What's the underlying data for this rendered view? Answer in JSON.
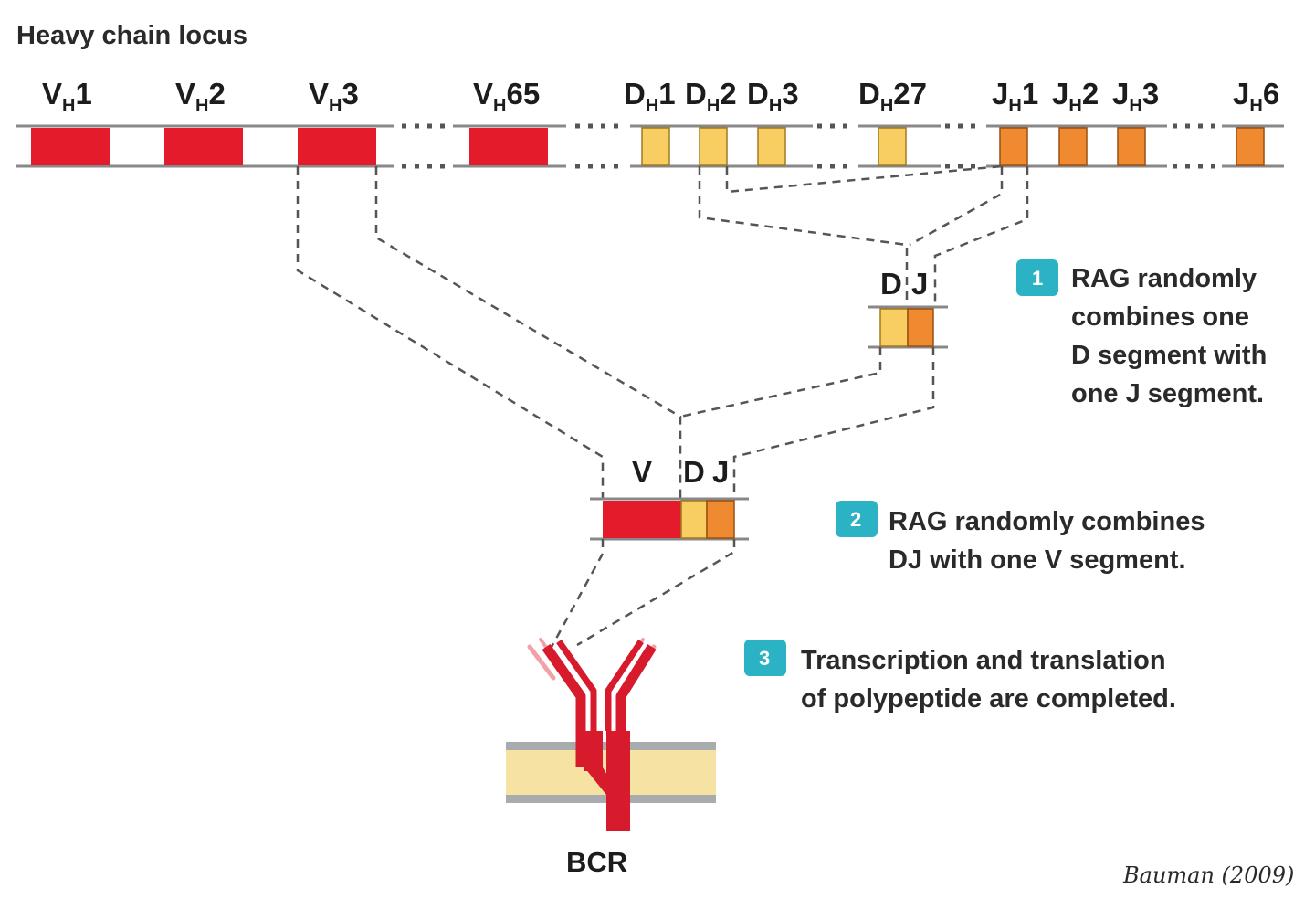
{
  "title": "Heavy chain locus",
  "colors": {
    "v_segment": "#e31b2b",
    "d_segment": "#f8cd62",
    "j_segment": "#ef8a31",
    "badge": "#2bb3c5",
    "membrane_core": "#f6e2a3",
    "membrane_edge": "#a8acaf",
    "bcr": "#d81a2d"
  },
  "locus": {
    "v_segments": [
      {
        "main": "V",
        "sub": "H",
        "suffix": "1"
      },
      {
        "main": "V",
        "sub": "H",
        "suffix": "2"
      },
      {
        "main": "V",
        "sub": "H",
        "suffix": "3"
      },
      {
        "main": "V",
        "sub": "H",
        "suffix": "65"
      }
    ],
    "d_segments": [
      {
        "main": "D",
        "sub": "H",
        "suffix": "1"
      },
      {
        "main": "D",
        "sub": "H",
        "suffix": "2"
      },
      {
        "main": "D",
        "sub": "H",
        "suffix": "3"
      },
      {
        "main": "D",
        "sub": "H",
        "suffix": "27"
      }
    ],
    "j_segments": [
      {
        "main": "J",
        "sub": "H",
        "suffix": "1"
      },
      {
        "main": "J",
        "sub": "H",
        "suffix": "2"
      },
      {
        "main": "J",
        "sub": "H",
        "suffix": "3"
      },
      {
        "main": "J",
        "sub": "H",
        "suffix": "6"
      }
    ]
  },
  "dj_product": {
    "d_label": "D",
    "j_label": "J"
  },
  "vdj_product": {
    "v_label": "V",
    "d_label": "D",
    "j_label": "J"
  },
  "steps": [
    {
      "number": "1",
      "lines": [
        "RAG randomly",
        "combines one",
        "D segment with",
        "one J segment."
      ]
    },
    {
      "number": "2",
      "lines": [
        "RAG randomly combines",
        "DJ with one V segment."
      ]
    },
    {
      "number": "3",
      "lines": [
        "Transcription and translation",
        "of polypeptide are completed."
      ]
    }
  ],
  "bcr_label": "BCR",
  "citation": "Bauman (2009)"
}
